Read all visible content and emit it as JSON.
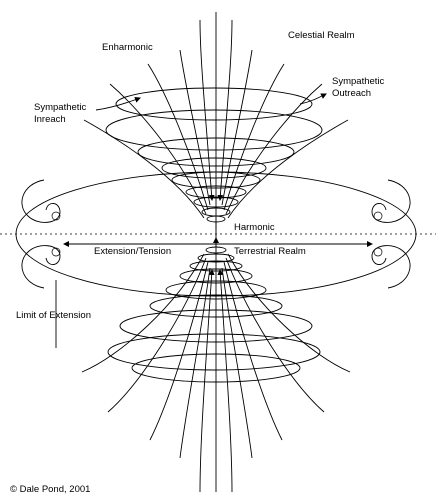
{
  "labels": {
    "enharmonic": "Enharmonic",
    "celestial_realm": "Celestial Realm",
    "sympathetic_outreach_1": "Sympathetic",
    "sympathetic_outreach_2": "Outreach",
    "sympathetic_inreach_1": "Sympathetic",
    "sympathetic_inreach_2": "Inreach",
    "harmonic": "Harmonic",
    "extension_tension": "Extension/Tension",
    "terrestrial_realm": "Terrestrial Realm",
    "limit_of_extension": "Limit of Extension",
    "copyright": "© Dale Pond, 2001"
  }
}
